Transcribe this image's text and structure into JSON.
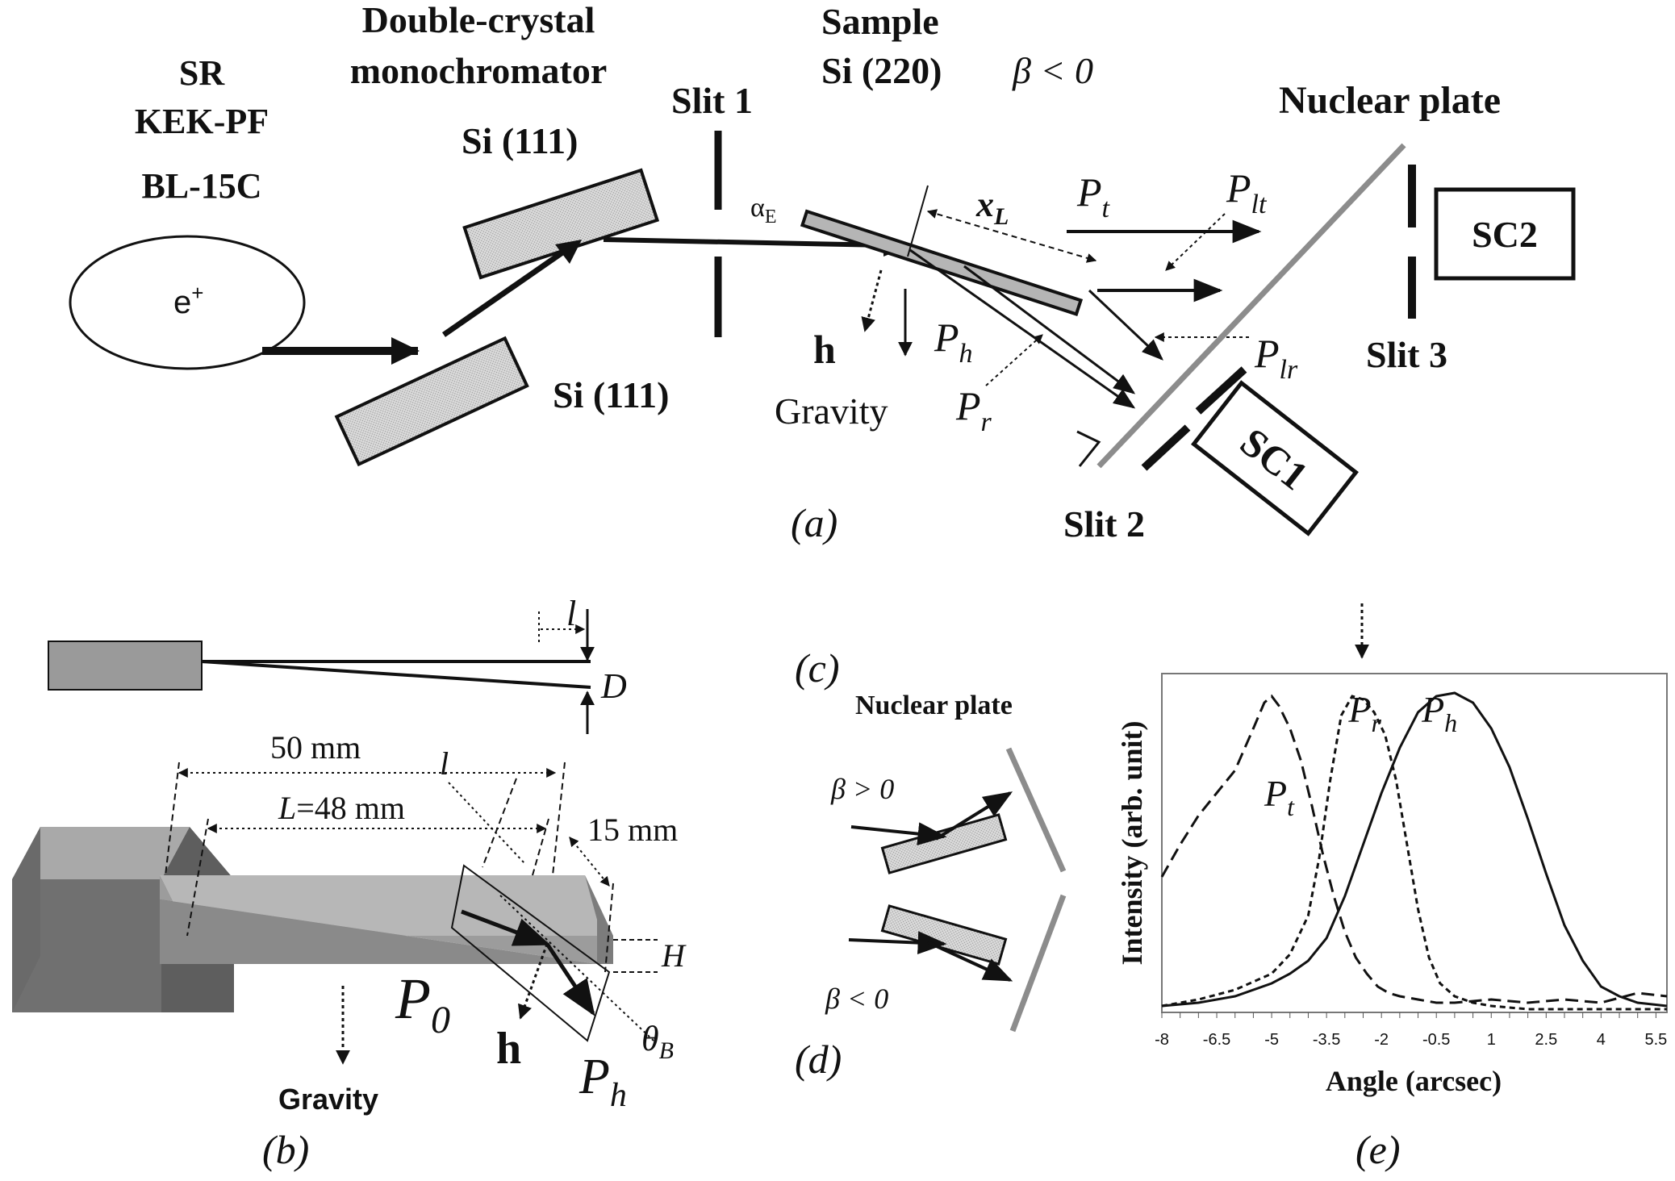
{
  "panel_a": {
    "source": [
      "SR",
      "KEK-PF",
      "BL-15C"
    ],
    "electron": "e",
    "electron_sup": "+",
    "mono_title": [
      "Double-crystal",
      "monochromator"
    ],
    "si111_upper": "Si (111)",
    "si111_lower": "Si (111)",
    "slit1": "Slit 1",
    "sample_title": [
      "Sample",
      "Si (220)"
    ],
    "beta_condition": "β < 0",
    "nuclear_plate": "Nuclear plate",
    "alpha_e": "α",
    "alpha_e_sub": "E",
    "x_l": "x",
    "x_l_sub": "L",
    "h": "h",
    "gravity": "Gravity",
    "p_t": "P",
    "p_t_sub": "t",
    "p_lt": "P",
    "p_lt_sub": "lt",
    "p_h": "P",
    "p_h_sub": "h",
    "p_r": "P",
    "p_r_sub": "r",
    "p_lr": "P",
    "p_lr_sub": "lr",
    "sc1": "SC1",
    "sc2": "SC2",
    "slit2": "Slit 2",
    "slit3": "Slit 3",
    "label": "(a)"
  },
  "panel_b": {
    "l_top": "l",
    "D": "D",
    "len_50": "50 mm",
    "len_L": "L",
    "len_L_val": "=48 mm",
    "l_mid": "l",
    "len_15": "15 mm",
    "H": "H",
    "P0": "P",
    "P0_sub": "0",
    "h": "h",
    "theta": "θ",
    "theta_sub": "B",
    "Ph": "P",
    "Ph_sub": "h",
    "gravity": "Gravity",
    "label": "(b)"
  },
  "panel_c": {
    "label": "(c)"
  },
  "panel_d": {
    "nuclear_plate": "Nuclear plate",
    "beta_pos": "β > 0",
    "beta_neg": "β < 0",
    "label": "(d)"
  },
  "panel_e": {
    "label": "(e)"
  },
  "colors": {
    "ink": "#111111",
    "plate_grey": "#8c8c8c",
    "crystal_fill": "#d9d9d9",
    "block_dark": "#6e6e6e",
    "block_light": "#a9a9a9"
  },
  "chart_data": {
    "type": "line",
    "xlabel": "Angle (arcsec)",
    "ylabel": "Intensity (arb. unit)",
    "xlim": [
      -8,
      5.8
    ],
    "ylim": [
      0,
      1.05
    ],
    "x_ticks": [
      "-8",
      "-6.5",
      "-5",
      "-3.5",
      "-2",
      "-0.5",
      "1",
      "2.5",
      "4",
      "5.5"
    ],
    "series": [
      {
        "name": "P",
        "sub": "t",
        "style": "dashed",
        "x": [
          -8,
          -7.5,
          -7,
          -6.5,
          -6,
          -5.5,
          -5.2,
          -5,
          -4.8,
          -4.5,
          -4.2,
          -3.9,
          -3.6,
          -3.3,
          -3,
          -2.7,
          -2.4,
          -2.1,
          -1.8,
          -1.5,
          -1,
          -0.5,
          0,
          1,
          2,
          3,
          4,
          5,
          5.8
        ],
        "y": [
          0.42,
          0.52,
          0.61,
          0.68,
          0.75,
          0.88,
          0.96,
          0.98,
          0.95,
          0.88,
          0.78,
          0.64,
          0.49,
          0.36,
          0.25,
          0.17,
          0.12,
          0.08,
          0.06,
          0.05,
          0.04,
          0.03,
          0.03,
          0.04,
          0.03,
          0.04,
          0.03,
          0.06,
          0.05
        ]
      },
      {
        "name": "P",
        "sub": "r",
        "style": "short-dashed",
        "x": [
          -8,
          -7,
          -6,
          -5,
          -4.5,
          -4,
          -3.7,
          -3.4,
          -3.1,
          -2.8,
          -2.5,
          -2.2,
          -1.9,
          -1.6,
          -1.3,
          -1,
          -0.7,
          -0.4,
          0,
          0.5,
          1,
          2,
          3,
          4,
          5,
          5.8
        ],
        "y": [
          0.02,
          0.04,
          0.07,
          0.12,
          0.18,
          0.3,
          0.48,
          0.72,
          0.92,
          0.98,
          0.97,
          0.93,
          0.86,
          0.72,
          0.52,
          0.32,
          0.17,
          0.09,
          0.05,
          0.03,
          0.02,
          0.01,
          0.01,
          0.01,
          0.01,
          0.01
        ]
      },
      {
        "name": "P",
        "sub": "h",
        "style": "solid",
        "x": [
          -8,
          -7,
          -6,
          -5,
          -4.5,
          -4,
          -3.5,
          -3,
          -2.5,
          -2,
          -1.5,
          -1,
          -0.5,
          0,
          0.5,
          1,
          1.5,
          2,
          2.5,
          3,
          3.5,
          4,
          4.5,
          5,
          5.8
        ],
        "y": [
          0.02,
          0.03,
          0.05,
          0.09,
          0.12,
          0.16,
          0.23,
          0.36,
          0.52,
          0.68,
          0.82,
          0.93,
          0.98,
          0.99,
          0.96,
          0.88,
          0.76,
          0.6,
          0.43,
          0.27,
          0.16,
          0.08,
          0.05,
          0.03,
          0.02
        ]
      }
    ]
  }
}
